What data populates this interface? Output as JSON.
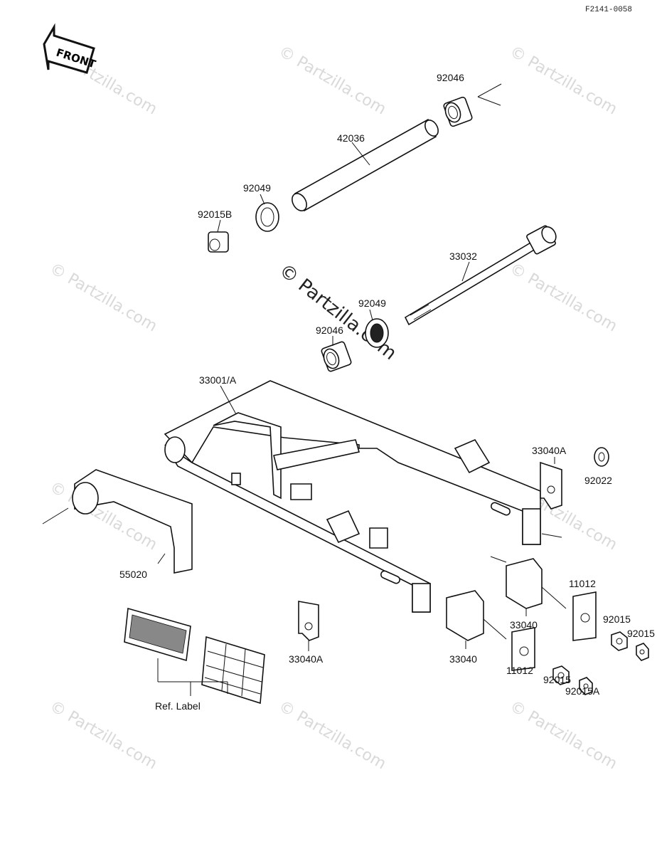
{
  "diagram": {
    "code": "F2141-0058",
    "front_label": "FRONT",
    "watermark": "© Partzilla.com",
    "watermark_small": "© Partzilla.com",
    "ref_label": "Ref. Label"
  },
  "parts": [
    {
      "id": "p92046_top",
      "number": "92046"
    },
    {
      "id": "p42036",
      "number": "42036"
    },
    {
      "id": "p92049_top",
      "number": "92049"
    },
    {
      "id": "p92015B",
      "number": "92015B"
    },
    {
      "id": "p33032",
      "number": "33032"
    },
    {
      "id": "p92049_mid",
      "number": "92049"
    },
    {
      "id": "p92046_mid",
      "number": "92046"
    },
    {
      "id": "p33001A",
      "number": "33001/A"
    },
    {
      "id": "p33040A_r",
      "number": "33040A"
    },
    {
      "id": "p92022",
      "number": "92022"
    },
    {
      "id": "p55020",
      "number": "55020"
    },
    {
      "id": "p11012_r",
      "number": "11012"
    },
    {
      "id": "p92015_r",
      "number": "92015"
    },
    {
      "id": "p92015_rr",
      "number": "92015"
    },
    {
      "id": "p33040_r",
      "number": "33040"
    },
    {
      "id": "p33040A_l",
      "number": "33040A"
    },
    {
      "id": "p33040_l",
      "number": "33040"
    },
    {
      "id": "p11012_l",
      "number": "11012"
    },
    {
      "id": "p92015_l",
      "number": "92015"
    },
    {
      "id": "p92015A",
      "number": "92015A"
    }
  ]
}
